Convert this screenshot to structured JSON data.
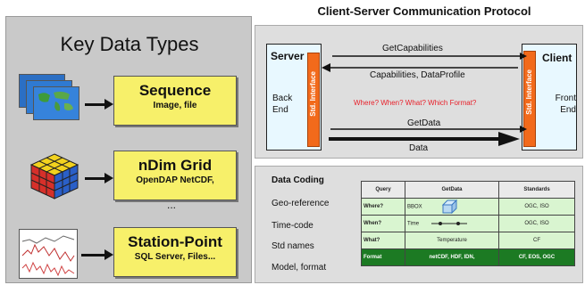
{
  "left": {
    "title": "Key Data Types",
    "items": [
      {
        "title": "Sequence",
        "subtitle": "Image, file",
        "icon": "map-image-stack-icon"
      },
      {
        "title": "nDim Grid",
        "subtitle": "OpenDAP NetCDF,",
        "more": "...",
        "icon": "rubiks-cube-icon"
      },
      {
        "title": "Station-Point",
        "subtitle": "SQL Server, Files...",
        "icon": "time-series-plot-icon"
      }
    ]
  },
  "protocol": {
    "title": "Client-Server Communication Protocol",
    "server_label": "Server",
    "server_sub": "Back End",
    "client_label": "Client",
    "client_sub": "Front End",
    "interface_label": "Std. Interface",
    "messages": {
      "get_capabilities": "GetCapabilities",
      "capabilities": "Capabilities, DataProfile",
      "questions": "Where? When? What? Which Format?",
      "get_data": "GetData",
      "data": "Data"
    },
    "question_color": "#e8202a"
  },
  "coding": {
    "heading": "Data Coding",
    "labels": [
      "Geo-reference",
      "Time-code",
      "Std names",
      "Model, format"
    ],
    "table": {
      "headers": [
        "Query",
        "GetData",
        "Standards"
      ],
      "rows": [
        [
          "Where?",
          "BBOX",
          "OGC, ISO"
        ],
        [
          "When?",
          "Time",
          "OGC, ISO"
        ],
        [
          "What?",
          "Temperature",
          "CF"
        ],
        [
          "Format",
          "netCDF, HDF, IDN,",
          "CF, EOS, OGC"
        ]
      ]
    }
  }
}
